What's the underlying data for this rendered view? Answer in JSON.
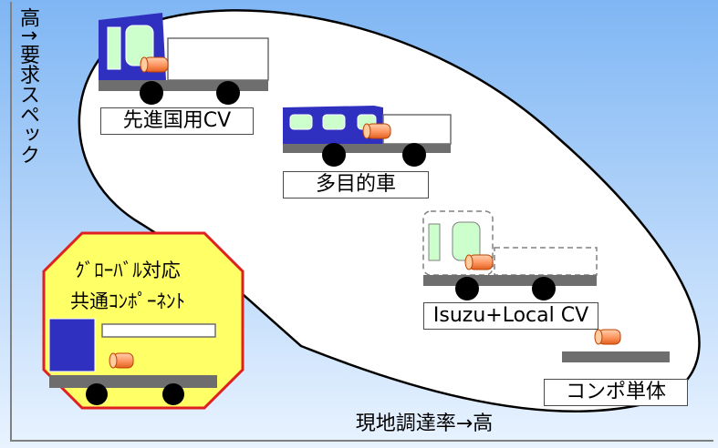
{
  "axis": {
    "y_label": "高↑要求スペック",
    "x_label": "現地調達率→高"
  },
  "labels": {
    "advanced_cv": "先進国用CV",
    "multipurpose": "多目的車",
    "local_cv": "Isuzu+Local CV",
    "component_only": "コンポ単体"
  },
  "callout": {
    "line1": "ｸﾞﾛｰﾊﾞﾙ対応",
    "line2": "共通ｺﾝﾎﾟｰﾈﾝﾄ"
  },
  "colors": {
    "background_top": "#7fb6f4",
    "background_bottom": "#e9f3ff",
    "cab_blue": "#3030c0",
    "window_green": "#ccffcc",
    "component_orange": "#ff9a66",
    "chassis_gray": "#6e6e6e",
    "octagon_fill": "#ffff66",
    "octagon_border": "#e02020"
  }
}
